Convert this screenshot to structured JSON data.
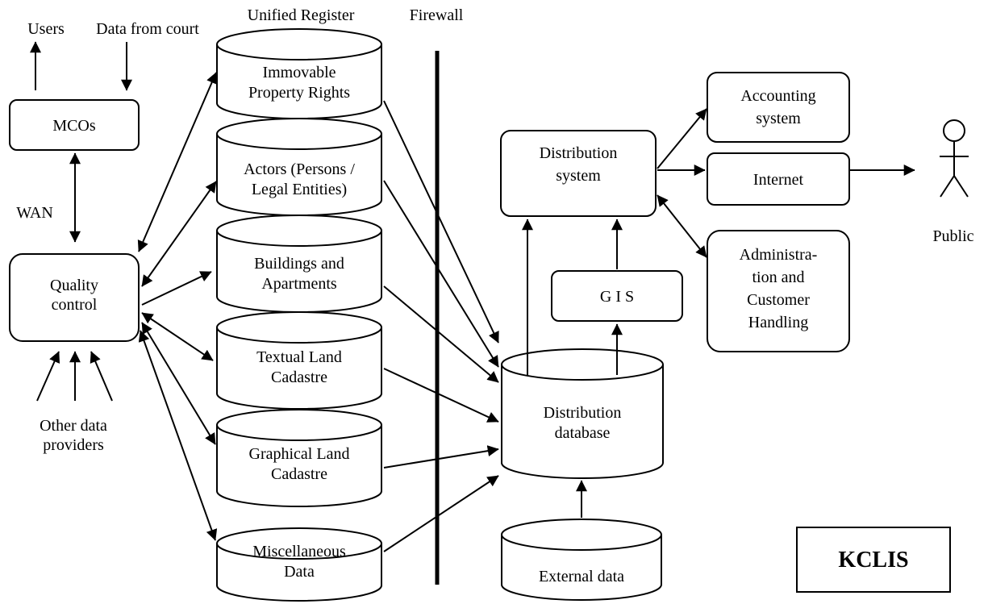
{
  "header": {
    "unified_register": "Unified Register",
    "firewall": "Firewall"
  },
  "left": {
    "users": "Users",
    "data_from_court": "Data from court",
    "mcos": "MCOs",
    "wan": "WAN",
    "quality_control": [
      "Quality",
      "control"
    ],
    "other_providers": [
      "Other data",
      "providers"
    ]
  },
  "register": [
    {
      "lines": [
        "Immovable",
        "Property Rights"
      ]
    },
    {
      "lines": [
        "Actors (Persons /",
        "Legal Entities)"
      ]
    },
    {
      "lines": [
        "Buildings and",
        "Apartments"
      ]
    },
    {
      "lines": [
        "Textual Land",
        "Cadastre"
      ]
    },
    {
      "lines": [
        "Graphical Land",
        "Cadastre"
      ]
    },
    {
      "lines": [
        "Miscellaneous",
        "Data"
      ]
    }
  ],
  "right": {
    "distribution_database": [
      "Distribution",
      "database"
    ],
    "external_data": "External data",
    "gis": "G I S",
    "distribution_system": [
      "Distribution",
      "system"
    ],
    "accounting": [
      "Accounting",
      "system"
    ],
    "internet": "Internet",
    "administration": [
      "Administra-",
      "tion and",
      "Customer",
      "Handling"
    ],
    "public": "Public",
    "kclis": "KCLIS"
  }
}
